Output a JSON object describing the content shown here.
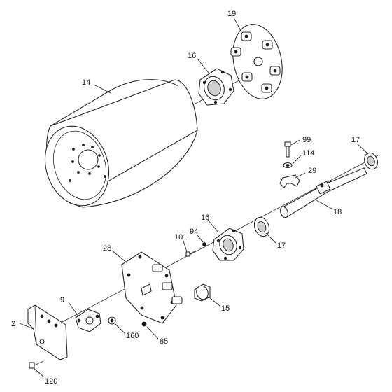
{
  "labels": {
    "p19": "19",
    "p16a": "16",
    "p14": "14",
    "p99": "99",
    "p17a": "17",
    "p114": "114",
    "p29": "29",
    "p18": "18",
    "p16b": "16",
    "p101": "101",
    "p94": "94",
    "p17b": "17",
    "p28": "28",
    "p9": "9",
    "p15": "15",
    "p2": "2",
    "p160": "160",
    "p85": "85",
    "p120": "120"
  }
}
